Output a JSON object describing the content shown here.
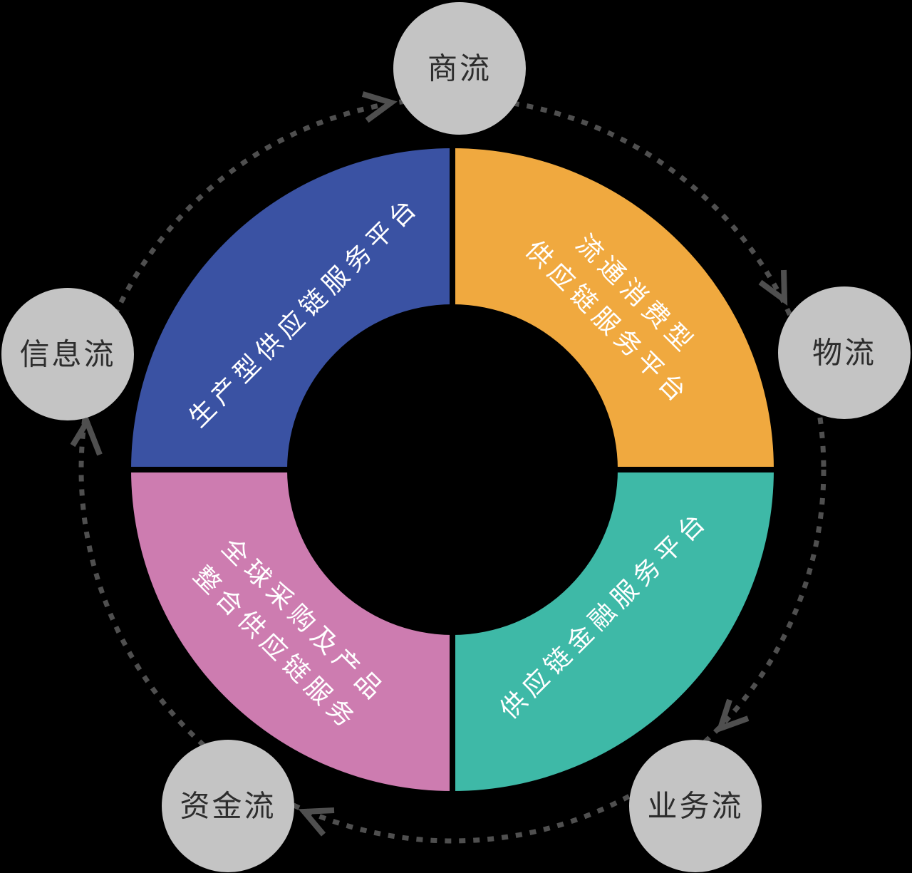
{
  "diagram": {
    "background_color": "#000000",
    "segment_text_color": "#ffffff",
    "node_fill_color": "#c4c4c4",
    "node_text_color": "#2d2d2d",
    "arrow_color": "#4f4f4f",
    "ring_segments": [
      {
        "name": "production-supply-chain-platform",
        "color": "#3a52a3",
        "lines": [
          "生产型供应链服务平台"
        ]
      },
      {
        "name": "circulation-consumption-platform",
        "color": "#f0a93f",
        "lines": [
          "流通消费型",
          "供应链服务平台"
        ]
      },
      {
        "name": "supply-chain-finance-platform",
        "color": "#3eb9a7",
        "lines": [
          "供应链金融服务平台"
        ]
      },
      {
        "name": "global-procurement-integration-service",
        "color": "#cd7cb0",
        "lines": [
          "全球采购及产品",
          "整合供应链服务"
        ]
      }
    ],
    "flow_nodes": [
      {
        "name": "commerce-flow",
        "label": "商流"
      },
      {
        "name": "logistics-flow",
        "label": "物流"
      },
      {
        "name": "business-flow",
        "label": "业务流"
      },
      {
        "name": "capital-flow",
        "label": "资金流"
      },
      {
        "name": "information-flow",
        "label": "信息流"
      }
    ],
    "flow_sequence": [
      "信息流",
      "商流",
      "物流",
      "业务流",
      "资金流",
      "信息流"
    ]
  }
}
